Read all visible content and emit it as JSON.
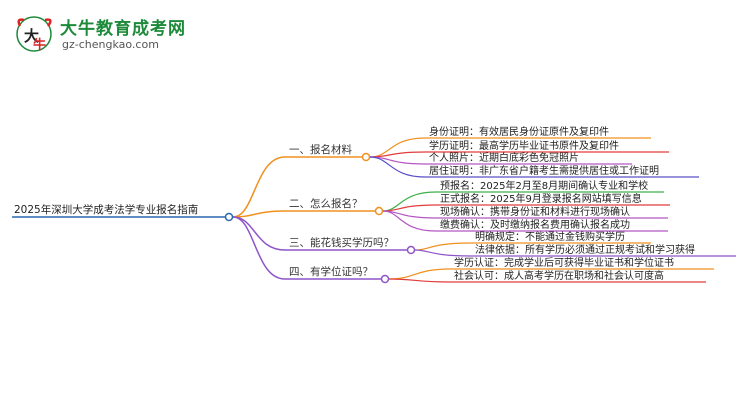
{
  "logo": {
    "title": "大牛教育成考网",
    "url": "gz-chengkao.com",
    "mark_icon": "bull-head-logo-icon"
  },
  "root": {
    "label": "2025年深圳大学成考法学专业报名指南"
  },
  "branches": [
    {
      "label": "一、报名材料",
      "color": "#f0901e",
      "items": [
        "身份证明：有效居民身份证原件及复印件",
        "学历证明：最高学历毕业证书原件及复印件",
        "个人照片：近期白底彩色免冠照片",
        "居住证明：非广东省户籍考生需提供居住或工作证明"
      ],
      "item_colors": [
        "#f0901e",
        "#e23c3c",
        "#b457c4",
        "#5a4fc8"
      ]
    },
    {
      "label": "二、怎么报名？",
      "color": "#f0901e",
      "items": [
        "预报名：2025年2月至8月期间确认专业和学校",
        "正式报名：2025年9月登录报名网站填写信息",
        "现场确认：携带身份证和材料进行现场确认",
        "缴费确认：及时缴纳报名费用确认报名成功"
      ],
      "item_colors": [
        "#3cb04a",
        "#e23c3c",
        "#b457c4",
        "#b457c4"
      ]
    },
    {
      "label": "三、能花钱买学历吗？",
      "color": "#8e54c8",
      "items": [
        "明确规定：不能通过金钱购买学历",
        "法律依据：所有学历必须通过正规考试和学习获得"
      ],
      "item_colors": [
        "#f0901e",
        "#8e54c8"
      ]
    },
    {
      "label": "四、有学位证吗？",
      "color": "#8e54c8",
      "items": [
        "学历认证：完成学业后可获得毕业证书和学位证书",
        "社会认可：成人高考学历在职场和社会认可度高"
      ],
      "item_colors": [
        "#f0901e",
        "#e23c3c"
      ]
    }
  ]
}
